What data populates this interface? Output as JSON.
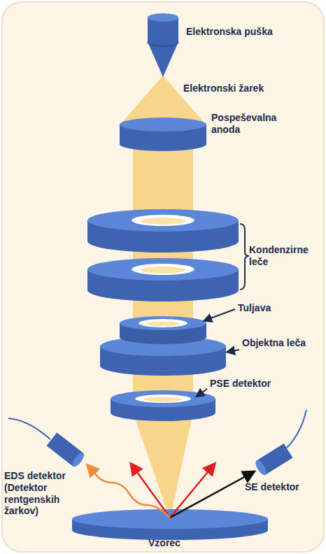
{
  "diagram": {
    "labels": [
      "Elektronska puška",
      "Elektronski žarek",
      "Pospeševalna anoda",
      "Kondenzirne leče",
      "Tuljava",
      "Objektna leča",
      "PSE detektor",
      "EDS detektor (Detektor rentgenskih žarkov)",
      "SE detektor",
      "Vzorec"
    ]
  }
}
